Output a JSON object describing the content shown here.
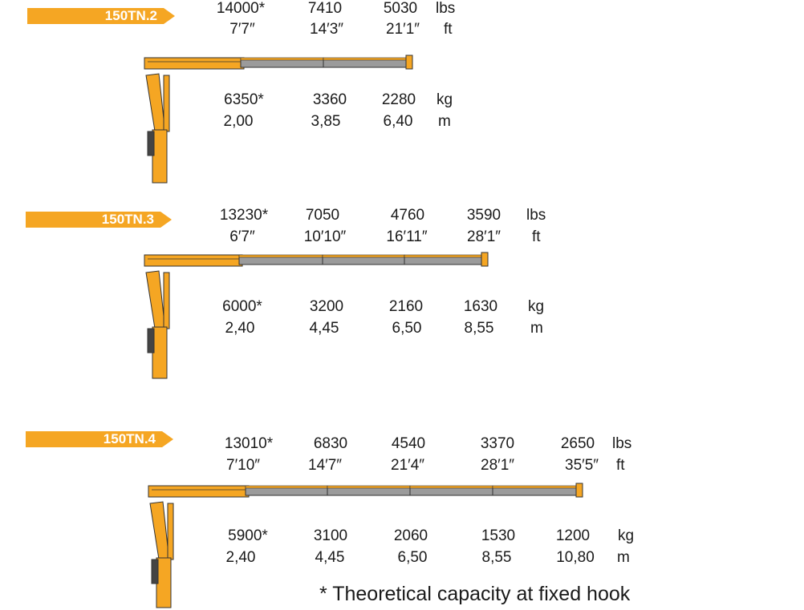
{
  "colors": {
    "accent": "#F5A623",
    "boom_grey": "#9b9b9b",
    "boom_outline": "#333333"
  },
  "models": [
    {
      "name": "150TN.2",
      "lbs": [
        "14000*",
        "7410",
        "5030"
      ],
      "ft": [
        "7′7″",
        "14′3″",
        "21′1″"
      ],
      "kg": [
        "6350*",
        "3360",
        "2280"
      ],
      "m": [
        "2,00",
        "3,85",
        "6,40"
      ],
      "units": {
        "lbs": "lbs",
        "ft": "ft",
        "kg": "kg",
        "m": "m"
      }
    },
    {
      "name": "150TN.3",
      "lbs": [
        "13230*",
        "7050",
        "4760",
        "3590"
      ],
      "ft": [
        "6′7″",
        "10′10″",
        "16′11″",
        "28′1″"
      ],
      "kg": [
        "6000*",
        "3200",
        "2160",
        "1630"
      ],
      "m": [
        "2,40",
        "4,45",
        "6,50",
        "8,55"
      ],
      "units": {
        "lbs": "lbs",
        "ft": "ft",
        "kg": "kg",
        "m": "m"
      }
    },
    {
      "name": "150TN.4",
      "lbs": [
        "13010*",
        "6830",
        "4540",
        "3370",
        "2650"
      ],
      "ft": [
        "7′10″",
        "14′7″",
        "21′4″",
        "28′1″",
        "35′5″"
      ],
      "kg": [
        "5900*",
        "3100",
        "2060",
        "1530",
        "1200"
      ],
      "m": [
        "2,40",
        "4,45",
        "6,50",
        "8,55",
        "10,80"
      ],
      "units": {
        "lbs": "lbs",
        "ft": "ft",
        "kg": "kg",
        "m": "m"
      }
    }
  ],
  "footnote": "* Theoretical capacity at fixed hook"
}
